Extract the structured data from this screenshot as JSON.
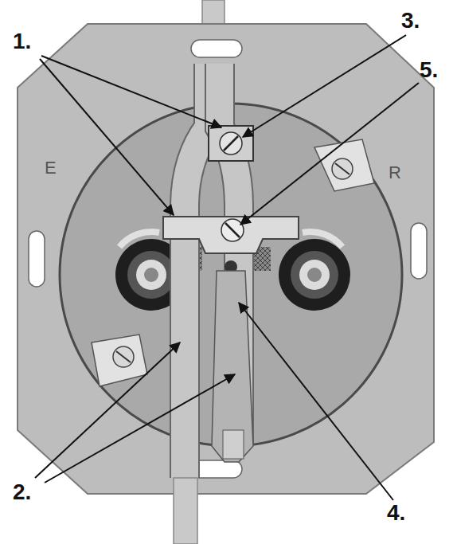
{
  "diagram": {
    "labels": [
      "1.",
      "3.",
      "5.",
      "2.",
      "4.",
      "E",
      "R"
    ]
  }
}
